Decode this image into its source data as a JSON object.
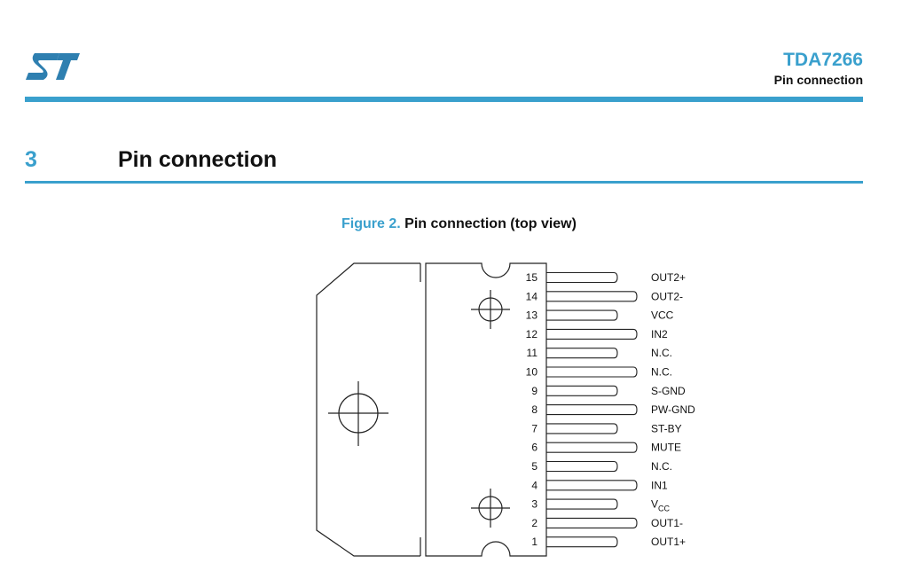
{
  "header": {
    "logo_brand": "ST",
    "doc_title": "TDA7266",
    "doc_section": "Pin connection"
  },
  "section": {
    "number": "3",
    "title": "Pin connection"
  },
  "figure": {
    "label": "Figure 2.",
    "title": "Pin connection (top view)",
    "pins": [
      {
        "num": "15",
        "name": "OUT2+",
        "long": false
      },
      {
        "num": "14",
        "name": "OUT2-",
        "long": true
      },
      {
        "num": "13",
        "name": "VCC",
        "long": false
      },
      {
        "num": "12",
        "name": "IN2",
        "long": true
      },
      {
        "num": "11",
        "name": "N.C.",
        "long": false
      },
      {
        "num": "10",
        "name": "N.C.",
        "long": true
      },
      {
        "num": "9",
        "name": "S-GND",
        "long": false
      },
      {
        "num": "8",
        "name": "PW-GND",
        "long": true
      },
      {
        "num": "7",
        "name": "ST-BY",
        "long": false
      },
      {
        "num": "6",
        "name": "MUTE",
        "long": true
      },
      {
        "num": "5",
        "name": "N.C.",
        "long": false
      },
      {
        "num": "4",
        "name": "IN1",
        "long": true
      },
      {
        "num": "3",
        "name": "V",
        "sub": "CC",
        "long": false
      },
      {
        "num": "2",
        "name": "OUT1-",
        "long": true
      },
      {
        "num": "1",
        "name": "OUT1+",
        "long": false
      }
    ]
  },
  "colors": {
    "accent": "#3aa0cd",
    "text": "#111111",
    "line": "#222222"
  }
}
